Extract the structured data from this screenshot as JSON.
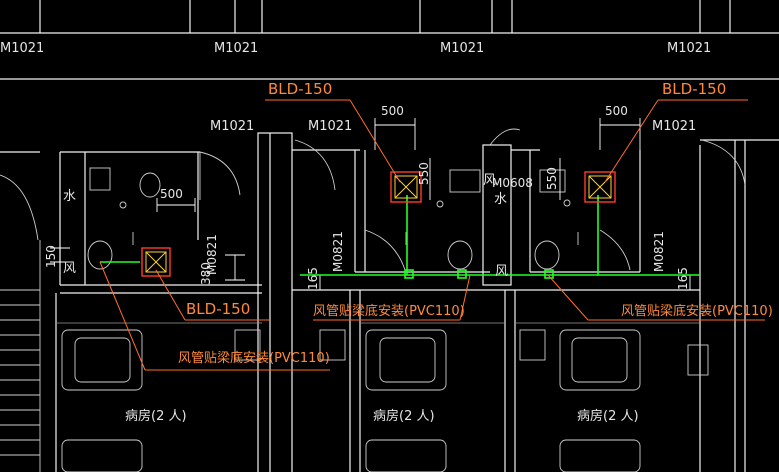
{
  "doors": {
    "d1": "M1021",
    "d2": "M1021",
    "d3": "M1021",
    "d4": "M1021",
    "d5": "M1021",
    "d6": "M1021",
    "d7": "M1021",
    "d8": "M0608",
    "d9": "M0821",
    "d10": "M0821",
    "d11": "M0821"
  },
  "fans": {
    "label_left": "BLD-150",
    "label_mid": "BLD-150",
    "label_right": "BLD-150"
  },
  "notes": {
    "pipe_install_left": "风管贴梁底安装(PVC110)",
    "pipe_install_mid": "风管贴梁底安装(PVC110)",
    "pipe_install_right": "风管贴梁底安装(PVC110)"
  },
  "dims": {
    "w500_left": "500",
    "w500_mid": "500",
    "w500_right": "500",
    "d150_left": "150",
    "d380": "380",
    "d550_mid": "550",
    "d550_right": "550",
    "d165_left": "165",
    "d165_right": "165"
  },
  "rooms": {
    "ward1": "病房(2 人)",
    "ward2": "病房(2 人)",
    "ward3": "病房(2 人)",
    "water1": "水",
    "water2": "水",
    "wind1": "风",
    "wind2": "风",
    "wind3": "风"
  },
  "colors": {
    "background": "#000000",
    "wall": "#f2f2f2",
    "annotation": "#ff8a3a",
    "pipe": "#22ff22",
    "fan": "#ff3b2b"
  }
}
